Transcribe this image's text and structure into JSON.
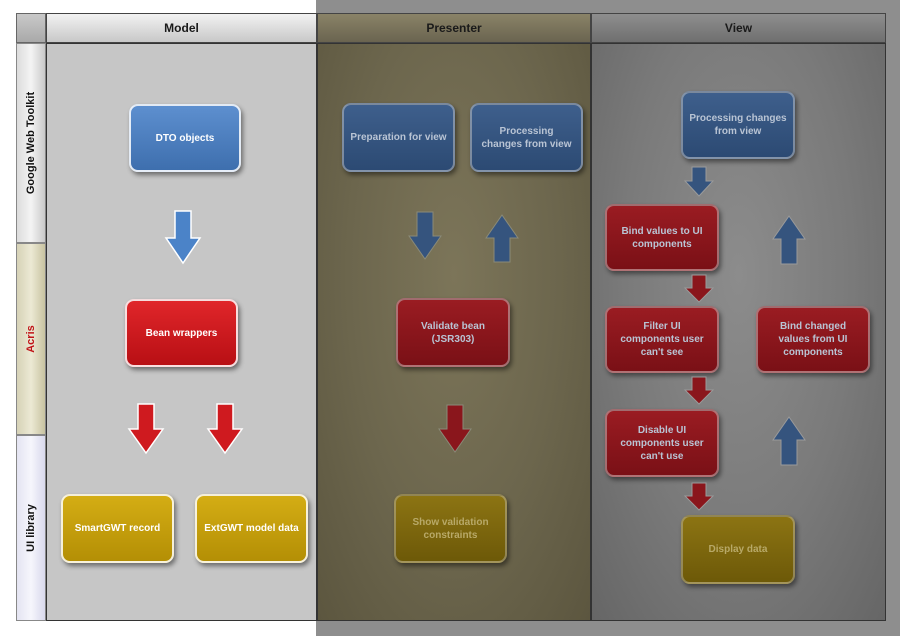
{
  "columns": {
    "model": "Model",
    "presenter": "Presenter",
    "view": "View"
  },
  "lanes": {
    "gwt": "Google Web Toolkit",
    "acris": "Acris",
    "ui": "UI library"
  },
  "model": {
    "dto": "DTO objects",
    "bean_wrappers": "Bean wrappers",
    "smartgwt": "SmartGWT record",
    "extgwt": "ExtGWT model data"
  },
  "presenter": {
    "prep": "Preparation for view",
    "proc": "Processing changes from view",
    "validate": "Validate bean (JSR303)",
    "show": "Show validation constraints"
  },
  "view": {
    "proc": "Processing changes from view",
    "bind": "Bind values to UI components",
    "filter": "Filter UI components user can't see",
    "bind_changed": "Bind changed values from UI components",
    "disable": "Disable  UI components user can't use",
    "display": "Display data"
  },
  "colors": {
    "blue": "#4f83c6",
    "red": "#d01a1f",
    "gold": "#c9a10c",
    "dark_blue": "#36557f",
    "dark_red": "#8a161c",
    "dark_gold": "#7d6710"
  }
}
